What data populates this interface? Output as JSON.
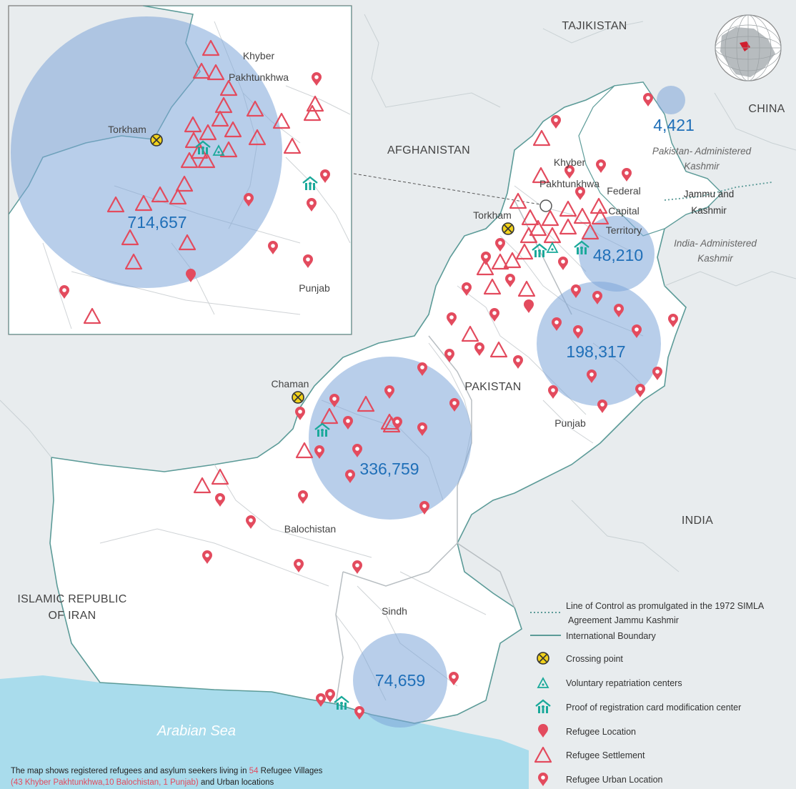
{
  "labels": {
    "afghanistan": "AFGHANISTAN",
    "tajikistan": "TAJIKISTAN",
    "china": "CHINA",
    "india": "INDIA",
    "pakistan": "PAKISTAN",
    "iran_1": "ISLAMIC REPUBLIC",
    "iran_2": "OF IRAN",
    "sea": "Arabian Sea",
    "khyber": "Khyber",
    "pakhtunkhwa": "Pakhtunkhwa",
    "federal_1": "Federal",
    "federal_2": "Capital",
    "federal_3": "Territory",
    "punjab": "Punjab",
    "balochistan": "Balochistan",
    "sindh": "Sindh",
    "torkham": "Torkham",
    "chaman": "Chaman",
    "pak_kashmir_1": "Pakistan- Administered",
    "pak_kashmir_2": "Kashmir",
    "ind_kashmir_1": "India- Administered",
    "ind_kashmir_2": "Kashmir",
    "jk_1": "Jammu and",
    "jk_2": "Kashmir"
  },
  "inset_labels": {
    "khyber": "Khyber",
    "pakhtunkhwa": "Pakhtunkhwa",
    "torkham": "Torkham",
    "punjab": "Punjab"
  },
  "figures": {
    "kp_inset": "714,657",
    "pak_kashmir": "4,421",
    "ict": "48,210",
    "punjab": "198,317",
    "balochistan": "336,759",
    "sindh": "74,659"
  },
  "legend": {
    "loc": "Line of Control as promulgated in the 1972 SIMLA",
    "loc_2": "Agreement Jammu Kashmir",
    "boundary": "International Boundary",
    "crossing": "Crossing point",
    "vrc": "Voluntary repatriation centers",
    "poc": "Proof of registration card modification center",
    "location": "Refugee Location",
    "settlement": "Refugee Settlement",
    "urban": "Refugee Urban Location"
  },
  "note": {
    "line1_a": "The map shows registered refugees and asylum seekers living in ",
    "line1_num": "54",
    "line1_b": " Refugee Villages",
    "line2_red": "(43 Khyber Pakhtunkhwa,10 Balochistan, 1 Punjab)",
    "line2_b": " and Urban locations"
  },
  "colors": {
    "land_foreign": "#e8ecee",
    "land_pakistan": "#ffffff",
    "sea": "#a9dcec",
    "boundary": "#5c9b98",
    "bubble": "#7ea6d8",
    "figure_text": "#1f6fb8",
    "marker_red": "#e34b5e",
    "center_teal": "#1aa99a",
    "crossing_yellow": "#f2d21b"
  }
}
